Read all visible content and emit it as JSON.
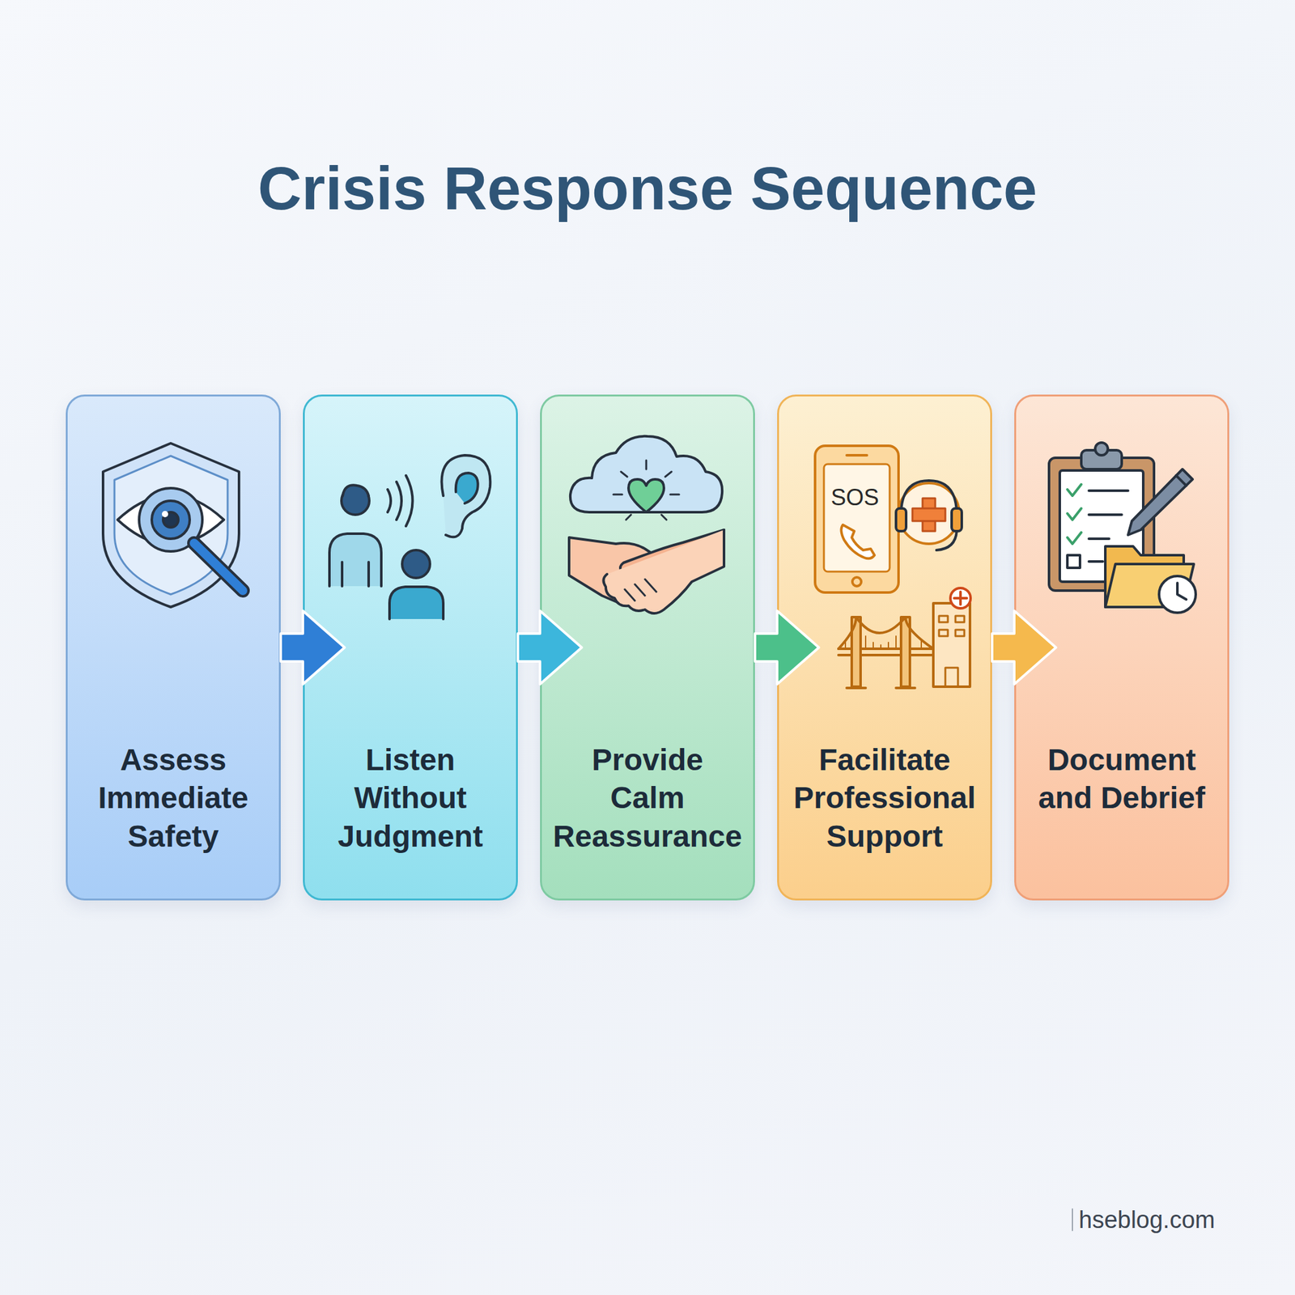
{
  "diagram": {
    "title": "Crisis Response Sequence",
    "nodes": [
      {
        "text": [
          "Assess Immediate Safety"
        ]
      },
      {
        "text": [
          "Listen Without Judgment"
        ]
      },
      {
        "text": [
          "Provide Calm Reassurance"
        ]
      },
      {
        "text": [
          "Facilitate Professional Support"
        ]
      },
      {
        "text": [
          "Document and Debrief"
        ]
      }
    ],
    "edges": [
      {
        "from": 0,
        "to": 1,
        "arrow": "to"
      },
      {
        "from": 1,
        "to": 2,
        "arrow": "to"
      },
      {
        "from": 2,
        "to": 3,
        "arrow": "to"
      },
      {
        "from": 3,
        "to": 4,
        "arrow": "to"
      }
    ],
    "labels": [
      "SOS",
      "hseblog.com"
    ]
  }
}
